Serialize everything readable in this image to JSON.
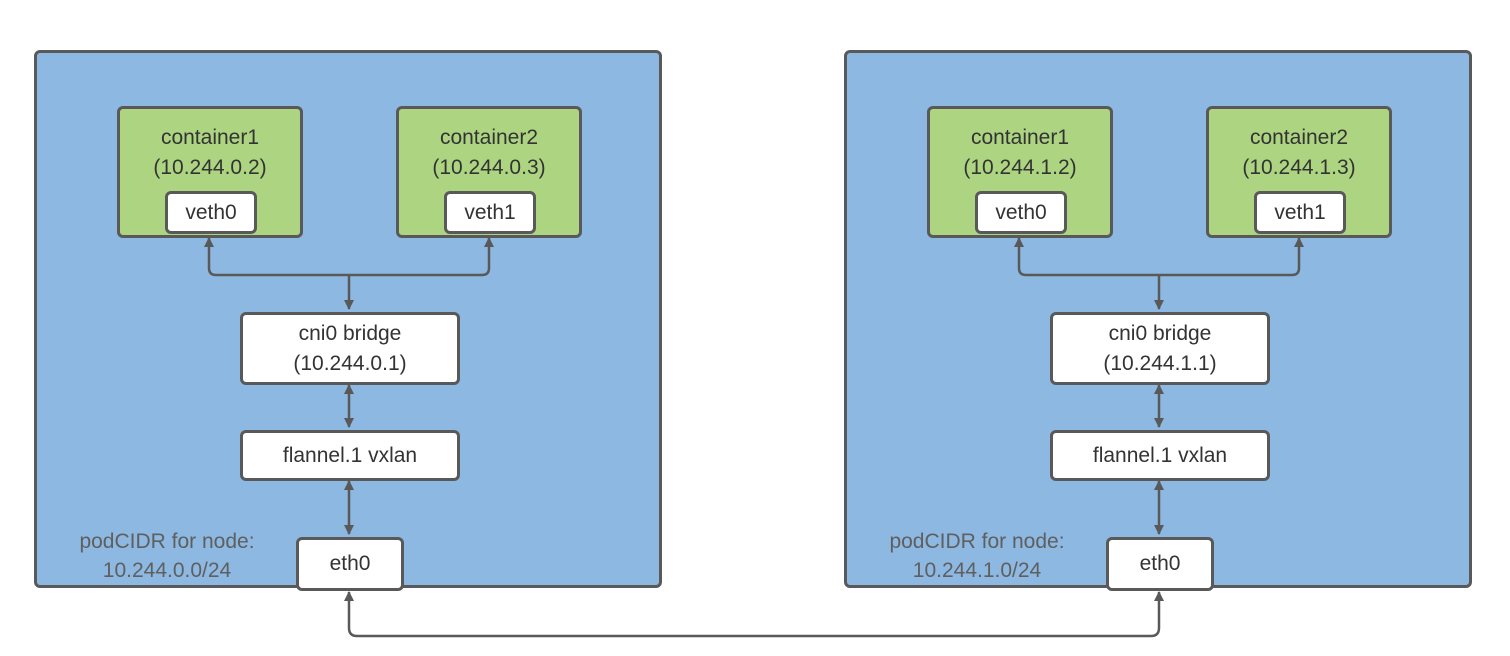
{
  "colors": {
    "node_fill": "#8db8e1",
    "container_fill": "#add581",
    "box_fill": "#ffffff",
    "border": "#595959",
    "text": "#333333",
    "cidr_text": "#5f5f5f",
    "arrow": "#595959"
  },
  "nodes": [
    {
      "container1": {
        "name": "container1",
        "ip": "(10.244.0.2)",
        "iface": "veth0"
      },
      "container2": {
        "name": "container2",
        "ip": "(10.244.0.3)",
        "iface": "veth1"
      },
      "bridge": {
        "name": "cni0 bridge",
        "ip": "(10.244.0.1)"
      },
      "vxlan": "flannel.1 vxlan",
      "eth": "eth0",
      "cidr_label": "podCIDR for node:",
      "cidr_value": "10.244.0.0/24"
    },
    {
      "container1": {
        "name": "container1",
        "ip": "(10.244.1.2)",
        "iface": "veth0"
      },
      "container2": {
        "name": "container2",
        "ip": "(10.244.1.3)",
        "iface": "veth1"
      },
      "bridge": {
        "name": "cni0 bridge",
        "ip": "(10.244.1.1)"
      },
      "vxlan": "flannel.1 vxlan",
      "eth": "eth0",
      "cidr_label": "podCIDR for node:",
      "cidr_value": "10.244.1.0/24"
    }
  ]
}
